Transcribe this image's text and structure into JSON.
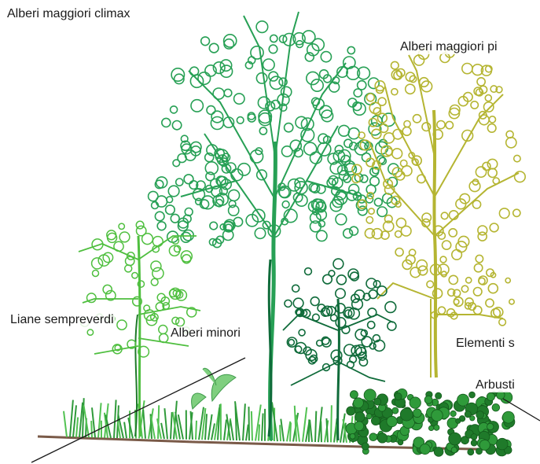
{
  "labels": {
    "climax": "Alberi maggiori climax",
    "pioneer": "Alberi maggiori pi",
    "lianas": "Liane sempreverdi",
    "minor": "Alberi minori",
    "elements": "Elementi s",
    "shrubs": "Arbusti"
  },
  "colors": {
    "climax_tree": "#27a055",
    "pioneer_tree": "#b5b532",
    "liana": "#4fbf3f",
    "minor_tree": "#0f6b3a",
    "shrub": "#1f7a2a",
    "grass": "#52c252",
    "ground": "#7a5a48",
    "pointer": "#1a1a1a"
  }
}
